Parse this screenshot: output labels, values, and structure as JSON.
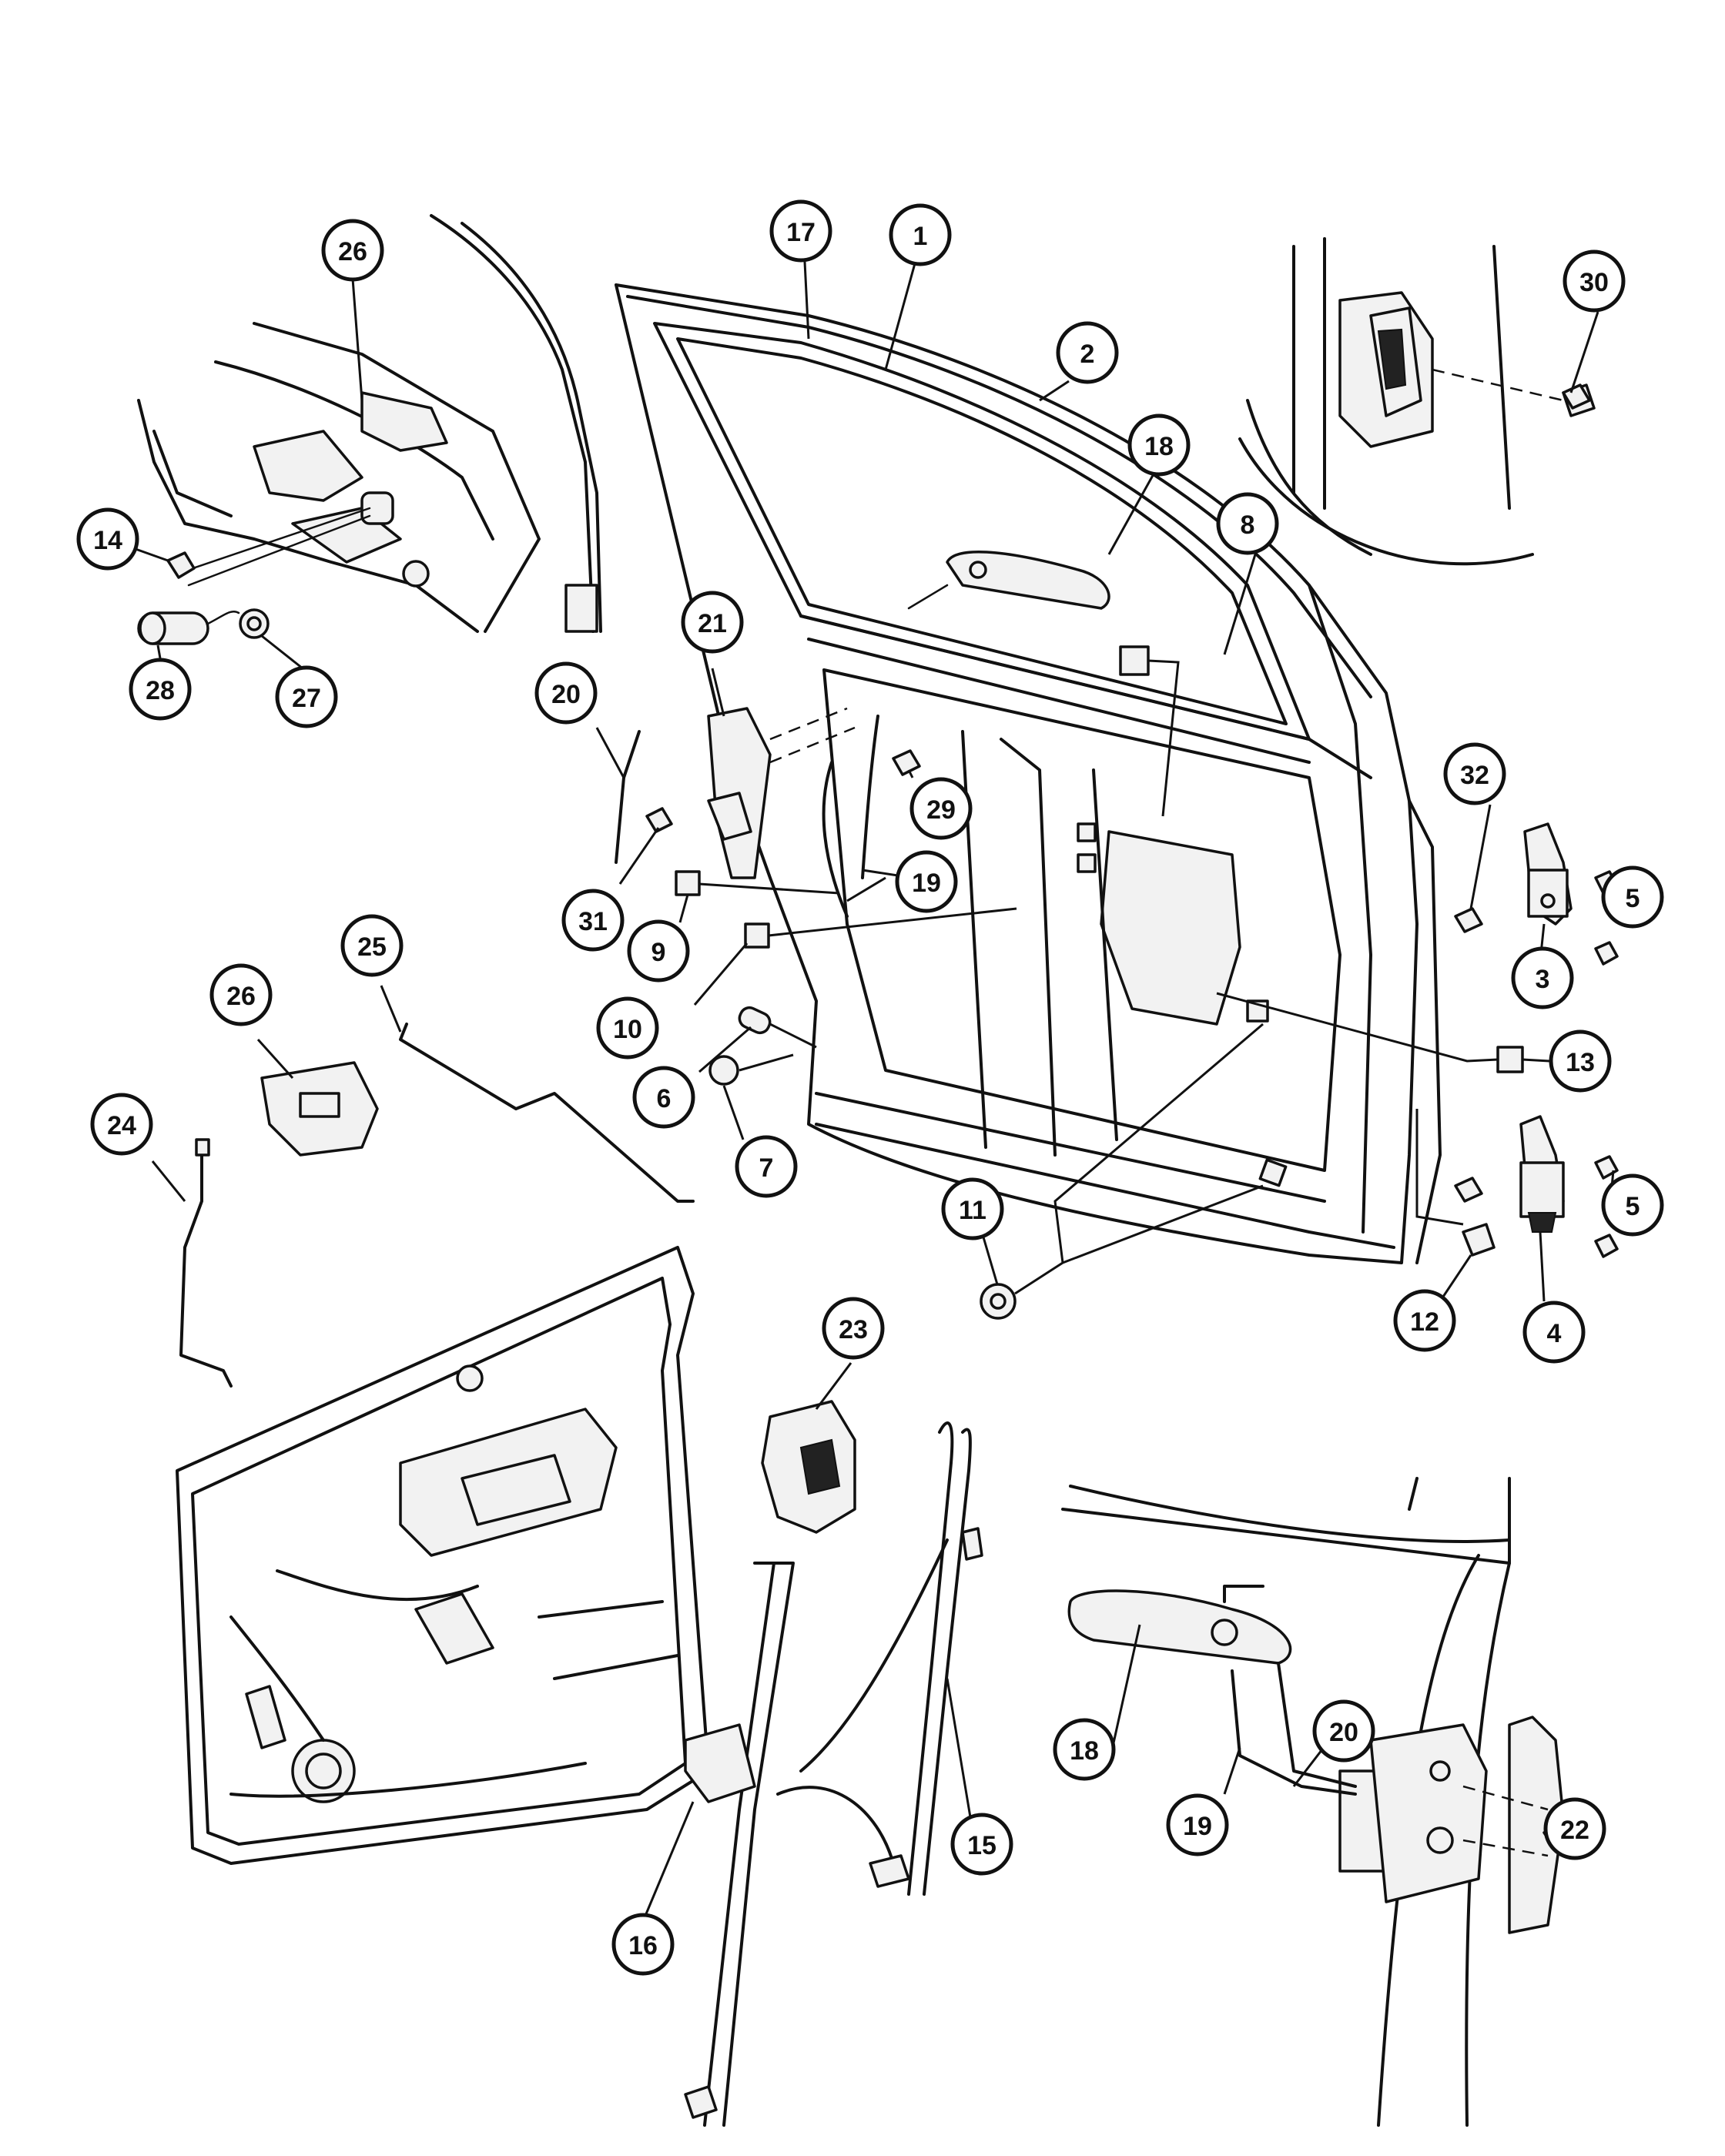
{
  "diagram": {
    "callouts": [
      {
        "id": "c-26-top",
        "label": "26"
      },
      {
        "id": "c-14",
        "label": "14"
      },
      {
        "id": "c-28",
        "label": "28"
      },
      {
        "id": "c-27",
        "label": "27"
      },
      {
        "id": "c-17",
        "label": "17"
      },
      {
        "id": "c-1",
        "label": "1"
      },
      {
        "id": "c-2",
        "label": "2"
      },
      {
        "id": "c-18-top",
        "label": "18"
      },
      {
        "id": "c-8",
        "label": "8"
      },
      {
        "id": "c-30",
        "label": "30"
      },
      {
        "id": "c-21",
        "label": "21"
      },
      {
        "id": "c-20-top",
        "label": "20"
      },
      {
        "id": "c-29",
        "label": "29"
      },
      {
        "id": "c-19-top",
        "label": "19"
      },
      {
        "id": "c-31",
        "label": "31"
      },
      {
        "id": "c-9",
        "label": "9"
      },
      {
        "id": "c-10",
        "label": "10"
      },
      {
        "id": "c-6",
        "label": "6"
      },
      {
        "id": "c-7",
        "label": "7"
      },
      {
        "id": "c-32",
        "label": "32"
      },
      {
        "id": "c-5-top",
        "label": "5"
      },
      {
        "id": "c-3",
        "label": "3"
      },
      {
        "id": "c-13",
        "label": "13"
      },
      {
        "id": "c-5-bot",
        "label": "5"
      },
      {
        "id": "c-4",
        "label": "4"
      },
      {
        "id": "c-12",
        "label": "12"
      },
      {
        "id": "c-11",
        "label": "11"
      },
      {
        "id": "c-25",
        "label": "25"
      },
      {
        "id": "c-26-mid",
        "label": "26"
      },
      {
        "id": "c-24",
        "label": "24"
      },
      {
        "id": "c-23",
        "label": "23"
      },
      {
        "id": "c-15",
        "label": "15"
      },
      {
        "id": "c-16",
        "label": "16"
      },
      {
        "id": "c-18-bot",
        "label": "18"
      },
      {
        "id": "c-20-bot",
        "label": "20"
      },
      {
        "id": "c-19-bot",
        "label": "19"
      },
      {
        "id": "c-22",
        "label": "22"
      }
    ]
  }
}
